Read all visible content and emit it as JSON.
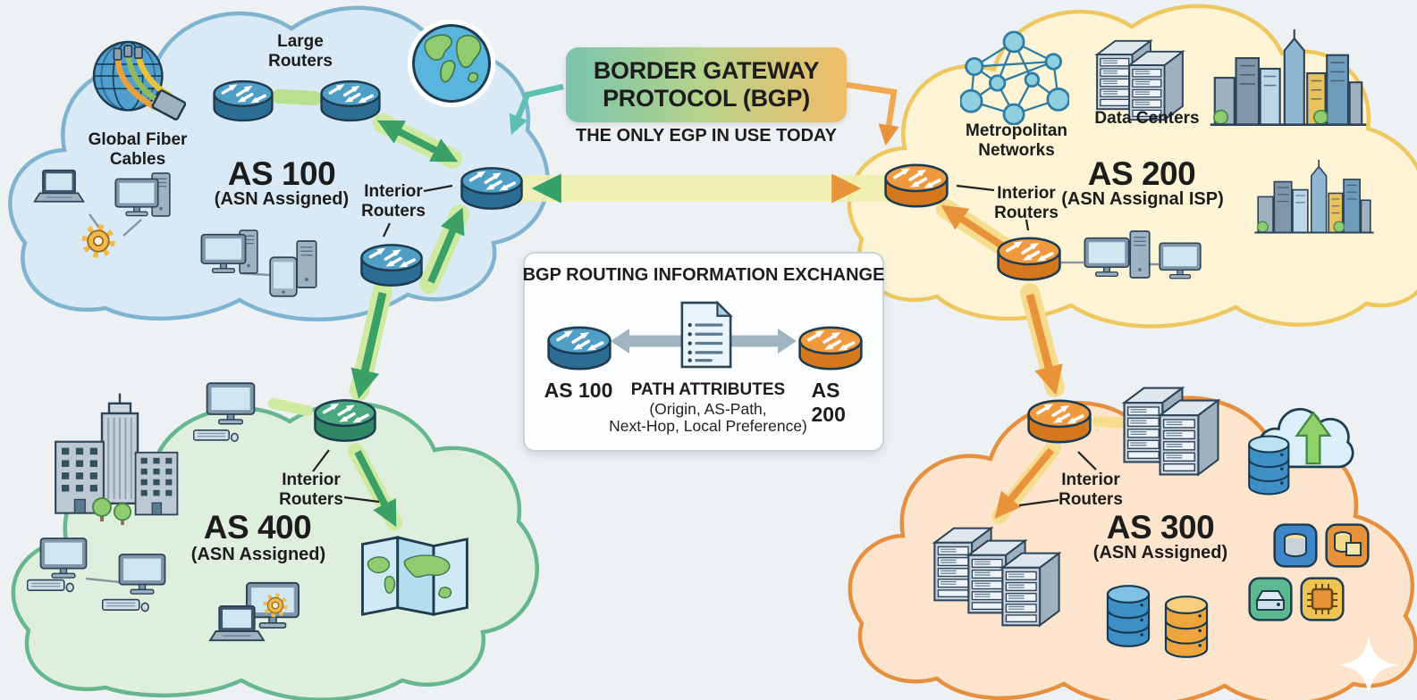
{
  "palette": {
    "background": "#eef1f4",
    "banner_gradient_left": "#7ac4ae",
    "banner_gradient_mid": "#b5d38b",
    "banner_gradient_right": "#f0bc68",
    "as100_fill": "#d9eaf6",
    "as100_stroke": "#7fb3cf",
    "as200_fill": "#fdf4d6",
    "as200_stroke": "#eec75f",
    "as400_fill": "#def0dd",
    "as400_stroke": "#66b78d",
    "as300_fill": "#fde5cd",
    "as300_stroke": "#e68f3e",
    "green_arrow": "#3aa066",
    "orange_arrow": "#e8923a",
    "teal_arrow": "#5fc0b1",
    "router_blue_top": "#4e9ec6",
    "router_blue_side": "#2b6d94",
    "router_orange_top": "#f09a40",
    "router_orange_side": "#d4771d",
    "router_green_top": "#4aa87f",
    "router_green_side": "#2f8763"
  },
  "banner": {
    "title_line1": "BORDER GATEWAY",
    "title_line2": "PROTOCOL (BGP)",
    "subtitle": "THE ONLY EGP IN USE TODAY"
  },
  "exchange": {
    "heading": "BGP ROUTING INFORMATION EXCHANGE",
    "left_label": "AS 100",
    "right_label": "AS 200",
    "attr_title": "PATH ATTRIBUTES",
    "attr_line1": "(Origin, AS-Path,",
    "attr_line2": "Next-Hop, Local Preference)"
  },
  "as100": {
    "name": "AS 100",
    "subtitle": "(ASN Assigned)",
    "large_routers_l1": "Large",
    "large_routers_l2": "Routers",
    "global_fiber_l1": "Global Fiber",
    "global_fiber_l2": "Cables",
    "interior_l1": "Interior",
    "interior_l2": "Routers"
  },
  "as200": {
    "name": "AS 200",
    "subtitle": "(ASN Assignal ISP)",
    "metro_l1": "Metropolitan",
    "metro_l2": "Networks",
    "data_centers": "Data Centers",
    "interior_l1": "Interior",
    "interior_l2": "Routers"
  },
  "as400": {
    "name": "AS 400",
    "subtitle": "(ASN Assigned)",
    "interior_l1": "Interior",
    "interior_l2": "Routers"
  },
  "as300": {
    "name": "AS 300",
    "subtitle": "(ASN Assigned)",
    "interior_l1": "Interior",
    "interior_l2": "Routers"
  }
}
